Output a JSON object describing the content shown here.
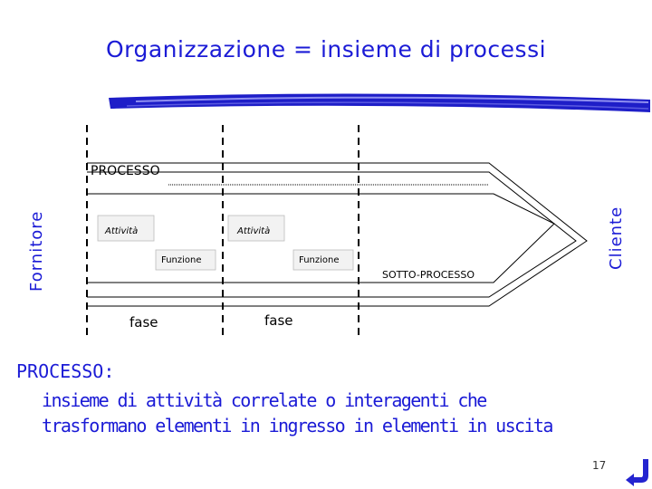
{
  "title": "Organizzazione = insieme di processi",
  "diagram": {
    "process_label": "PROCESSO",
    "supplier_label": "Fornitore",
    "customer_label": "Cliente",
    "activity_labels": [
      "Attività",
      "Attività"
    ],
    "function_labels": [
      "Funzione",
      "Funzione"
    ],
    "subprocess_label": "SOTTO-PROCESSO",
    "phase_labels": [
      "fase",
      "fase"
    ]
  },
  "definition": {
    "term": "PROCESSO:",
    "line1": "insieme di attività correlate o interagenti che",
    "line2": "trasformano elementi in ingresso in elementi in uscita"
  },
  "page_number": "17",
  "colors": {
    "accent": "#1b1bd6",
    "brush": "#1e1ec8",
    "return_icon": "#2424d0"
  },
  "icons": {
    "return": "return-arrow-icon"
  }
}
